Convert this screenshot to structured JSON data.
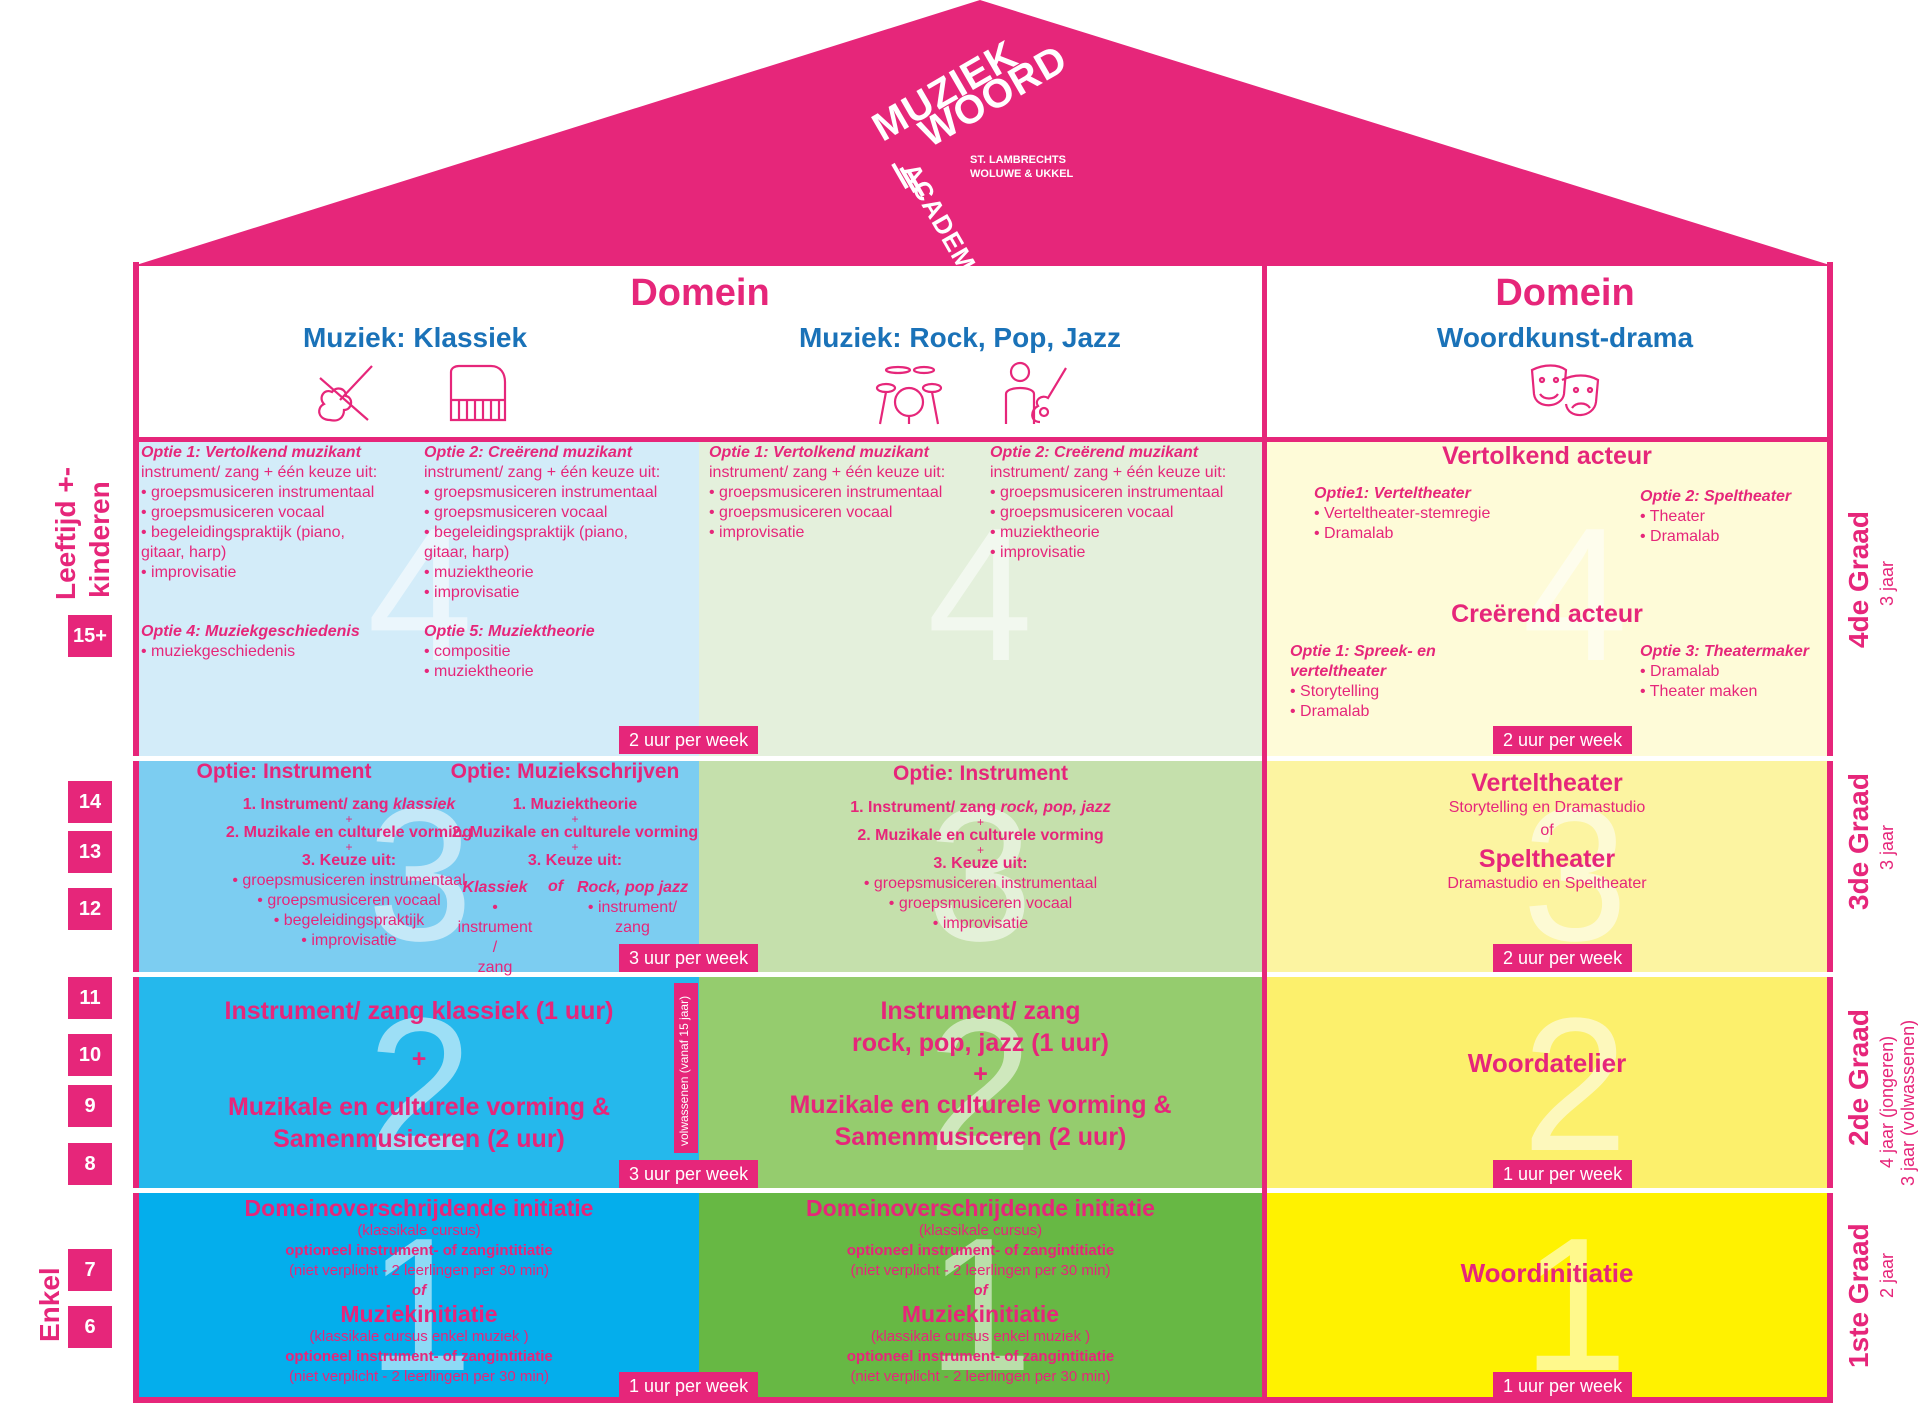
{
  "logo": {
    "l1": "MUZIEK",
    "l2": "WOORD",
    "l3": "ACADEMIE",
    "l4": "ST. LAMBRECHTS",
    "l5": "WOLUWE & UKKEL"
  },
  "header": {
    "domein": "Domein",
    "klassiek": "Muziek: Klassiek",
    "rock": "Muziek: Rock, Pop, Jazz",
    "woord": "Woordkunst-drama"
  },
  "side": {
    "leeftijd": "Leeftijd +-",
    "kinderen": "kinderen",
    "enkel": "Enkel",
    "ages": [
      "15+",
      "14",
      "13",
      "12",
      "11",
      "10",
      "9",
      "8",
      "7",
      "6"
    ]
  },
  "grades": {
    "g4": "4de Graad",
    "g4s": "3 jaar",
    "g3": "3de Graad",
    "g3s": "3 jaar",
    "g2": "2de Graad",
    "g2s1": "4 jaar (jongeren)",
    "g2s2": "3 jaar (volwassenen)",
    "g1": "1ste Graad",
    "g1s": "2 jaar"
  },
  "nums": [
    "4",
    "3",
    "2",
    "1"
  ],
  "hours": {
    "h2": "2 uur per week",
    "h3": "3 uur per week",
    "h1": "1 uur per week"
  },
  "r4": {
    "k_o1": "Optie 1: Vertolkend muzikant",
    "k_o1_l": [
      "instrument/ zang + één keuze uit:",
      "• groepsmusiceren instrumentaal",
      "• groepsmusiceren vocaal",
      "• begeleidingspraktijk (piano,",
      "gitaar, harp)",
      "• improvisatie"
    ],
    "k_o2": "Optie 2: Creërend muzikant",
    "k_o2_l": [
      "instrument/ zang + één keuze uit:",
      "• groepsmusiceren instrumentaal",
      "• groepsmusiceren vocaal",
      "• begeleidingspraktijk (piano,",
      "gitaar, harp)",
      "• muziektheorie",
      "• improvisatie"
    ],
    "k_o4": "Optie 4: Muziekgeschiedenis",
    "k_o4_l": [
      "• muziekgeschiedenis"
    ],
    "k_o5": "Optie 5: Muziektheorie",
    "k_o5_l": [
      "• compositie",
      "• muziektheorie"
    ],
    "r_o1": "Optie 1: Vertolkend muzikant",
    "r_o1_l": [
      "instrument/ zang + één keuze uit:",
      "• groepsmusiceren instrumentaal",
      "• groepsmusiceren vocaal",
      "• improvisatie"
    ],
    "r_o2": "Optie 2: Creërend muzikant",
    "r_o2_l": [
      "instrument/ zang + één keuze uit:",
      "• groepsmusiceren instrumentaal",
      "• groepsmusiceren vocaal",
      "• muziektheorie",
      "• improvisatie"
    ],
    "w_t1": "Vertolkend acteur",
    "w_o1": "Optie1: Verteltheater",
    "w_o1_l": [
      "• Verteltheater-stemregie",
      "• Dramalab"
    ],
    "w_o2": "Optie 2: Speltheater",
    "w_o2_l": [
      "• Theater",
      "• Dramalab"
    ],
    "w_t2": "Creërend acteur",
    "w_o3": "Optie 1: Spreek- en",
    "w_o3b": "verteltheater",
    "w_o3_l": [
      "• Storytelling",
      "• Dramalab"
    ],
    "w_o4": "Optie 3: Theatermaker",
    "w_o4_l": [
      "• Dramalab",
      "• Theater maken"
    ]
  },
  "r3": {
    "k_t1": "Optie: Instrument",
    "k_t2": "Optie: Muziekschrijven",
    "k_a": [
      "1. Instrument/ zang ",
      "klassiek"
    ],
    "k_b": "2. Muzikale en culturele vorming",
    "k_c": "3. Keuze uit:",
    "k_c_l": [
      "• groepsmusiceren instrumentaal",
      "• groepsmusiceren vocaal",
      "• begeleidingspraktijk",
      "• improvisatie"
    ],
    "m_a": "1. Muziektheorie",
    "m_b": "2. Muzikale en culturele vorming",
    "m_c": "3. Keuze uit:",
    "m_k": "Klassiek",
    "m_of": "of",
    "m_r": "Rock, pop jazz",
    "m_kl": [
      "• instrument /",
      "zang"
    ],
    "m_rl": [
      "• instrument/",
      "zang"
    ],
    "r_t": "Optie: Instrument",
    "r_a": [
      "1. Instrument/ zang ",
      "rock, pop, jazz"
    ],
    "r_b": "2. Muzikale en culturele vorming",
    "r_c": "3. Keuze uit:",
    "r_c_l": [
      "• groepsmusiceren instrumentaal",
      "• groepsmusiceren vocaal",
      "• improvisatie"
    ],
    "w_t1": "Verteltheater",
    "w_s1": "Storytelling en Dramastudio",
    "w_of": "of",
    "w_t2": "Speltheater",
    "w_s2": "Dramastudio en Speltheater",
    "plus": "+"
  },
  "r2": {
    "k_a": "Instrument/ zang klassiek (1 uur)",
    "k_b": "Muzikale en culturele vorming &",
    "k_c": "Samenmusiceren (2 uur)",
    "vol": "volwassenen (vanaf 15 jaar)",
    "r_a": "Instrument/ zang",
    "r_a2": "rock, pop, jazz (1 uur)",
    "r_b": "Muzikale en culturele vorming &",
    "r_c": "Samenmusiceren (2 uur)",
    "w": "Woordatelier",
    "plus": "+"
  },
  "r1": {
    "a": "Domeinoverschrijdende initiatie",
    "b": "(klassikale cursus)",
    "c": "optioneel instrument-  of zangintitiatie",
    "d": "(niet verplicht - 2 leerlingen per 30 min)",
    "of": "of",
    "e": "Muziekinitiatie",
    "f": "(klassikale cursus enkel muziek )",
    "g": "optioneel instrument-  of zangintitiatie",
    "h": "(niet verplicht - 2 leerlingen per 30 min)",
    "w": "Woordinitiatie",
    "plus": "+"
  },
  "colors": {
    "pink": "#e6267a",
    "blue": "#1a72b8"
  }
}
